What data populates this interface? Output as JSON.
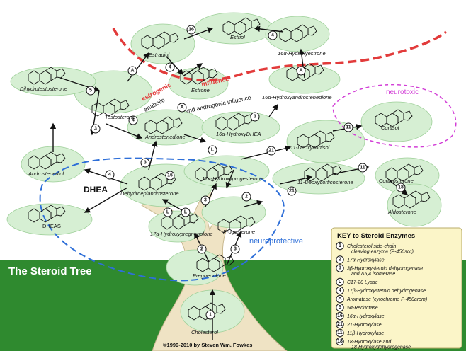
{
  "title": "The Steroid Tree",
  "copyright": "©1999-2010 by Steven Wm. Fowkes",
  "zones": {
    "estrogenic": "estrogenic",
    "influence": "influence",
    "anabolic": "anabolic",
    "androgenic": "and androgenic influence",
    "neuroprotective": "neuroprotective",
    "neurotoxic": "neurotoxic"
  },
  "dhea_heading": "DHEA",
  "compounds": {
    "cholesterol": "Cholesterol",
    "pregnenolone": "Pregnenolone",
    "hydroxypregnenolone": "17α-Hydroxypregnenolone",
    "progesterone": "Progesterone",
    "dhea": "Dehydroepiandrosterone",
    "dheas": "DHEAS",
    "androstenediol": "Androstenediol",
    "androstenedione": "Androstenedione",
    "testosterone": "Testosterone",
    "dihydrotestosterone": "Dihydrotestosterone",
    "estradiol": "Estradiol",
    "estrone": "Estrone",
    "estriol": "Estriol",
    "hydroxyestrone": "16α-Hydroxyestrone",
    "hydroxyandrostenedione": "16α-Hydroxyandrostenedione",
    "hydroxydhea": "16α-HydroxyDHEA",
    "hydroxyprogesterone": "17α-Hydroxyprogesterone",
    "deoxycortisol": "11-Deoxycortisol",
    "cortisol": "Cortisol",
    "deoxycorticosterone": "11-Deoxycorticosterone",
    "corticosterone": "Corticosterone",
    "aldosterone": "Aldosterone"
  },
  "key": {
    "title": "KEY to Steroid Enzymes",
    "items": [
      {
        "badge": "1",
        "line1": "Cholesterol side-chain",
        "line2": "cleaving enzyme (P-450scc)"
      },
      {
        "badge": "2",
        "line1": "17α-Hydroxylase",
        "line2": ""
      },
      {
        "badge": "3",
        "line1": "3β-Hydroxysteroid dehydrogenase",
        "line2": "and Δ5,4 isomerase"
      },
      {
        "badge": "L",
        "line1": "C17-20 Lyase",
        "line2": ""
      },
      {
        "badge": "4",
        "line1": "17β-Hydroxysteroid dehydrogenase",
        "line2": ""
      },
      {
        "badge": "A",
        "line1": "Aromatase (cytochrome P-450arom)",
        "line2": ""
      },
      {
        "badge": "5",
        "line1": "5α-Reductase",
        "line2": ""
      },
      {
        "badge": "16",
        "line1": "16α-Hydroxylase",
        "line2": ""
      },
      {
        "badge": "21",
        "line1": "21-Hydroxylase",
        "line2": ""
      },
      {
        "badge": "11",
        "line1": "11β-Hydroxylase",
        "line2": ""
      },
      {
        "badge": "18",
        "line1": "18-Hydroxylase and",
        "line2": "18-Hydroxydehydrogenase"
      }
    ]
  },
  "colors": {
    "ground": "#2f8a2f",
    "trunk": "#efe3c4",
    "leaf": "#d6efd3",
    "red_zone": "#e23b3b",
    "blue_zone": "#2e6fd8",
    "magenta_zone": "#d23ed6",
    "key_bg": "#fbf5c8"
  }
}
